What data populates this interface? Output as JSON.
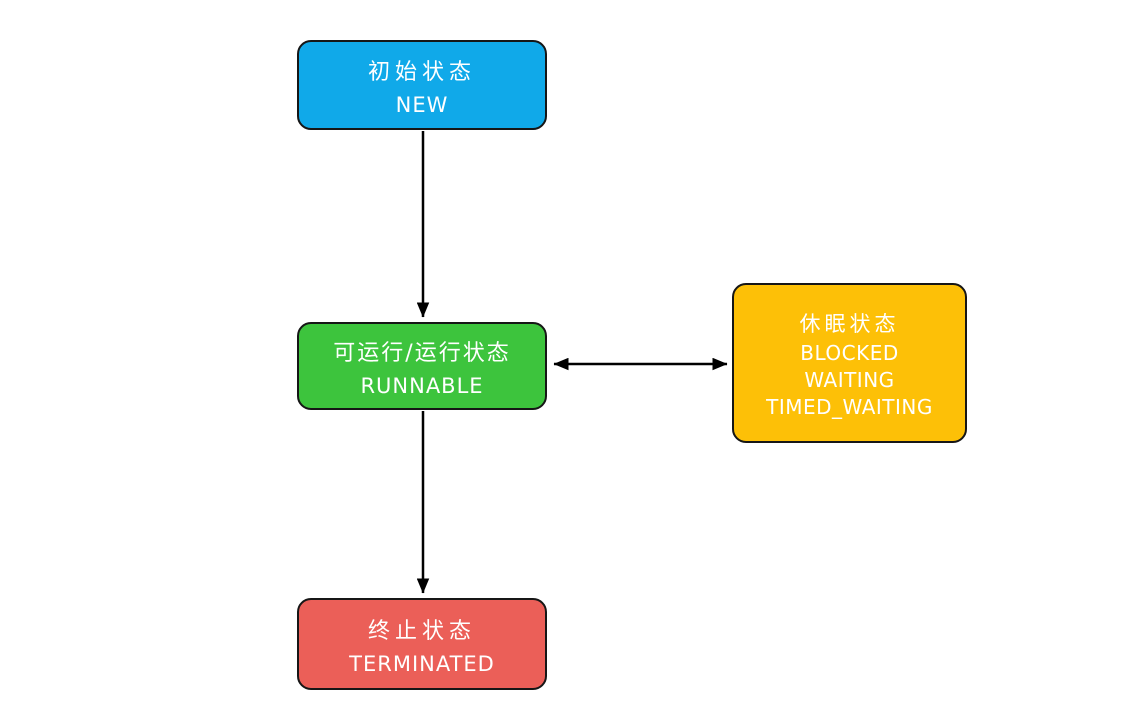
{
  "diagram": {
    "background_color": "#ffffff",
    "arrow_color": "#000000",
    "border_color": "#161616",
    "nodes": {
      "new": {
        "title": "初始状态",
        "subtitle": "NEW",
        "color": "#10a9e9",
        "text_color": "#ffffff"
      },
      "runnable": {
        "title": "可运行/运行状态",
        "subtitle": "RUNNABLE",
        "color": "#3dc43d",
        "text_color": "#ffffff"
      },
      "sleeping": {
        "title": "休眠状态",
        "lines": [
          "BLOCKED",
          "WAITING",
          "TIMED_WAITING"
        ],
        "color": "#fdc007",
        "text_color": "#ffffff"
      },
      "terminated": {
        "title": "终止状态",
        "subtitle": "TERMINATED",
        "color": "#eb5f58",
        "text_color": "#ffffff"
      }
    },
    "edges": [
      {
        "from": "new",
        "to": "runnable",
        "type": "single-arrow",
        "direction": "down"
      },
      {
        "from": "runnable",
        "to": "sleeping",
        "type": "double-arrow",
        "direction": "horizontal"
      },
      {
        "from": "runnable",
        "to": "terminated",
        "type": "single-arrow",
        "direction": "down"
      }
    ]
  }
}
